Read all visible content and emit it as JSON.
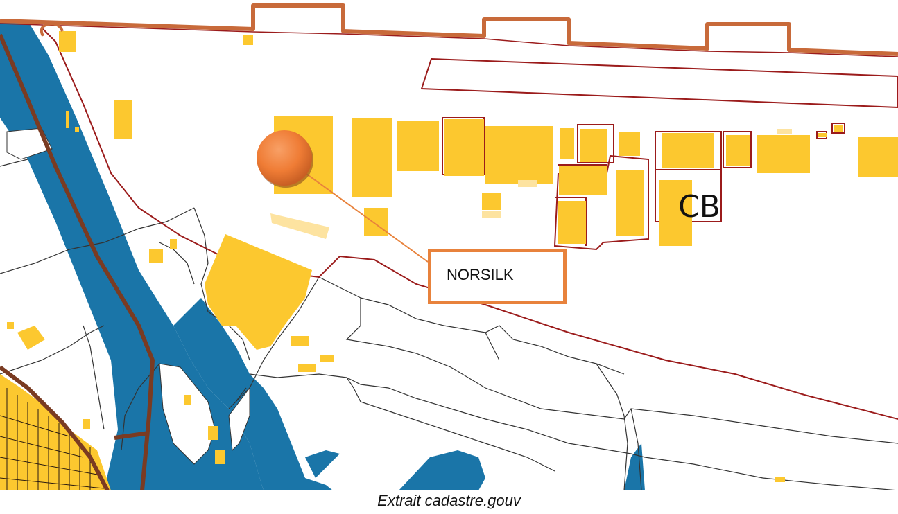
{
  "map": {
    "colors": {
      "water": "#1a75a8",
      "building": "#fcc82f",
      "building_light": "#fde3a0",
      "site_boundary": "#9b1b1b",
      "commune_boundary": "#c86a3a",
      "district_boundary": "#7a3b22",
      "parcel_line": "#333333",
      "marker": "#ef7c35"
    },
    "labels": {
      "cb": "CB"
    },
    "marker_icon": "circle-pin-icon"
  },
  "callout": {
    "text": "NORSILK"
  },
  "caption": "Extrait cadastre.gouv"
}
